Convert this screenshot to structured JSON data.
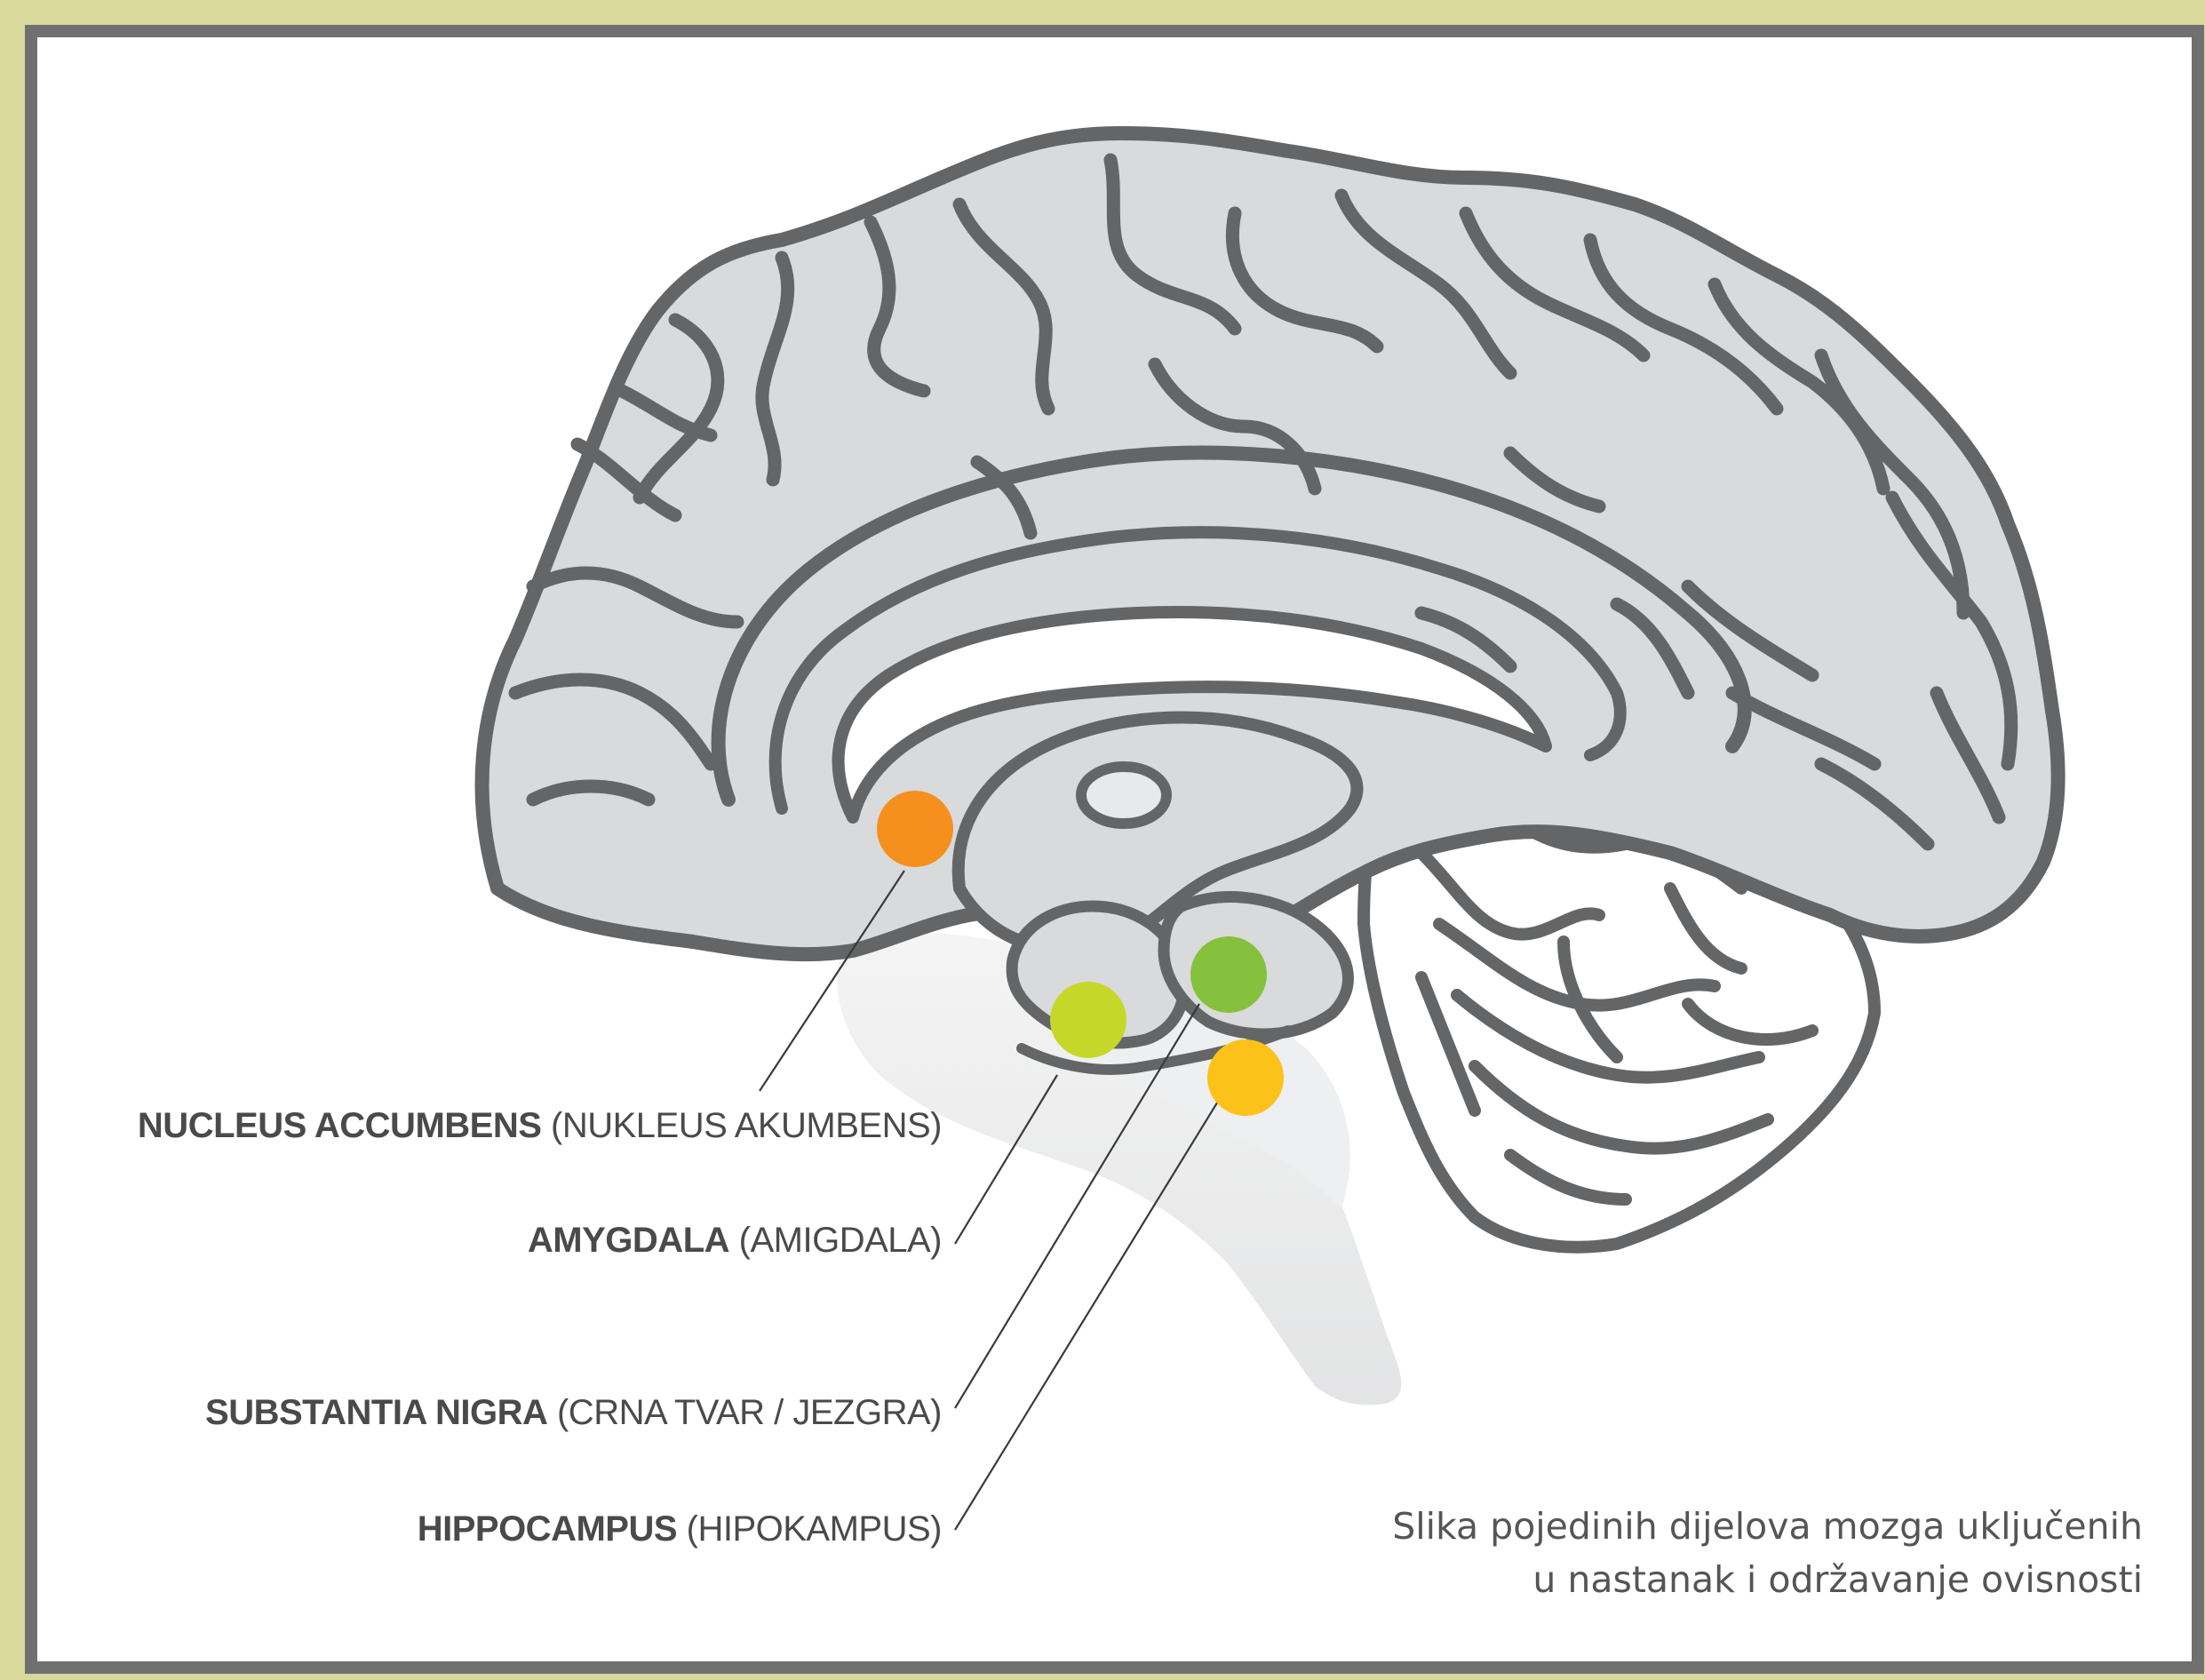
{
  "labels": [
    {
      "id": "nucleus-accumbens",
      "name": "NUCLEUS ACCUMBENS",
      "translation": "(NUKLEUS AKUMBENS)",
      "color": "#f5901e"
    },
    {
      "id": "amygdala",
      "name": "AMYGDALA",
      "translation": "(AMIGDALA)",
      "color": "#c5d82a"
    },
    {
      "id": "substantia-nigra",
      "name": "SUBSTANTIA NIGRA",
      "translation": "(CRNA TVAR / JEZGRA)",
      "color": "#86c13d"
    },
    {
      "id": "hippocampus",
      "name": "HIPPOCAMPUS",
      "translation": "(HIPOKAMPUS)",
      "color": "#fcc219"
    }
  ],
  "caption": {
    "line1": "Slika pojedinih dijelova mozga uključenih",
    "line2": "u nastanak i održavanje ovisnosti"
  },
  "colors": {
    "frame_outer": "#d9d99c",
    "frame_border": "#707070",
    "brain_fill": "#d9dadb",
    "brain_stroke": "#646566",
    "stem_fill": "#e6e7e8"
  }
}
